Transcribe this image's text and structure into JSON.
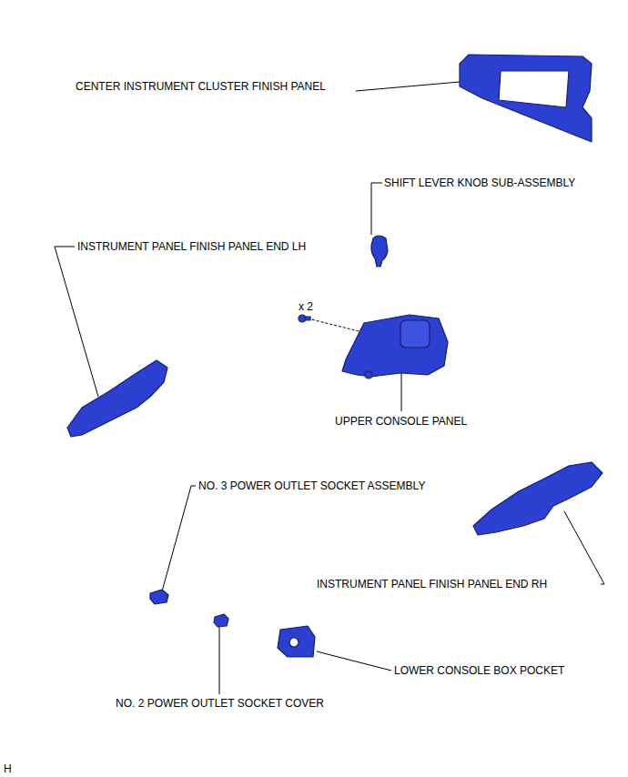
{
  "diagram": {
    "labels": [
      "CENTER INSTRUMENT CLUSTER FINISH PANEL",
      "SHIFT LEVER KNOB SUB-ASSEMBLY",
      "INSTRUMENT PANEL FINISH PANEL END LH",
      "x 2",
      "UPPER CONSOLE PANEL",
      "NO. 3 POWER OUTLET SOCKET ASSEMBLY",
      "INSTRUMENT PANEL FINISH PANEL END RH",
      "LOWER CONSOLE BOX POCKET",
      "NO. 2 POWER OUTLET SOCKET COVER",
      "H"
    ]
  }
}
